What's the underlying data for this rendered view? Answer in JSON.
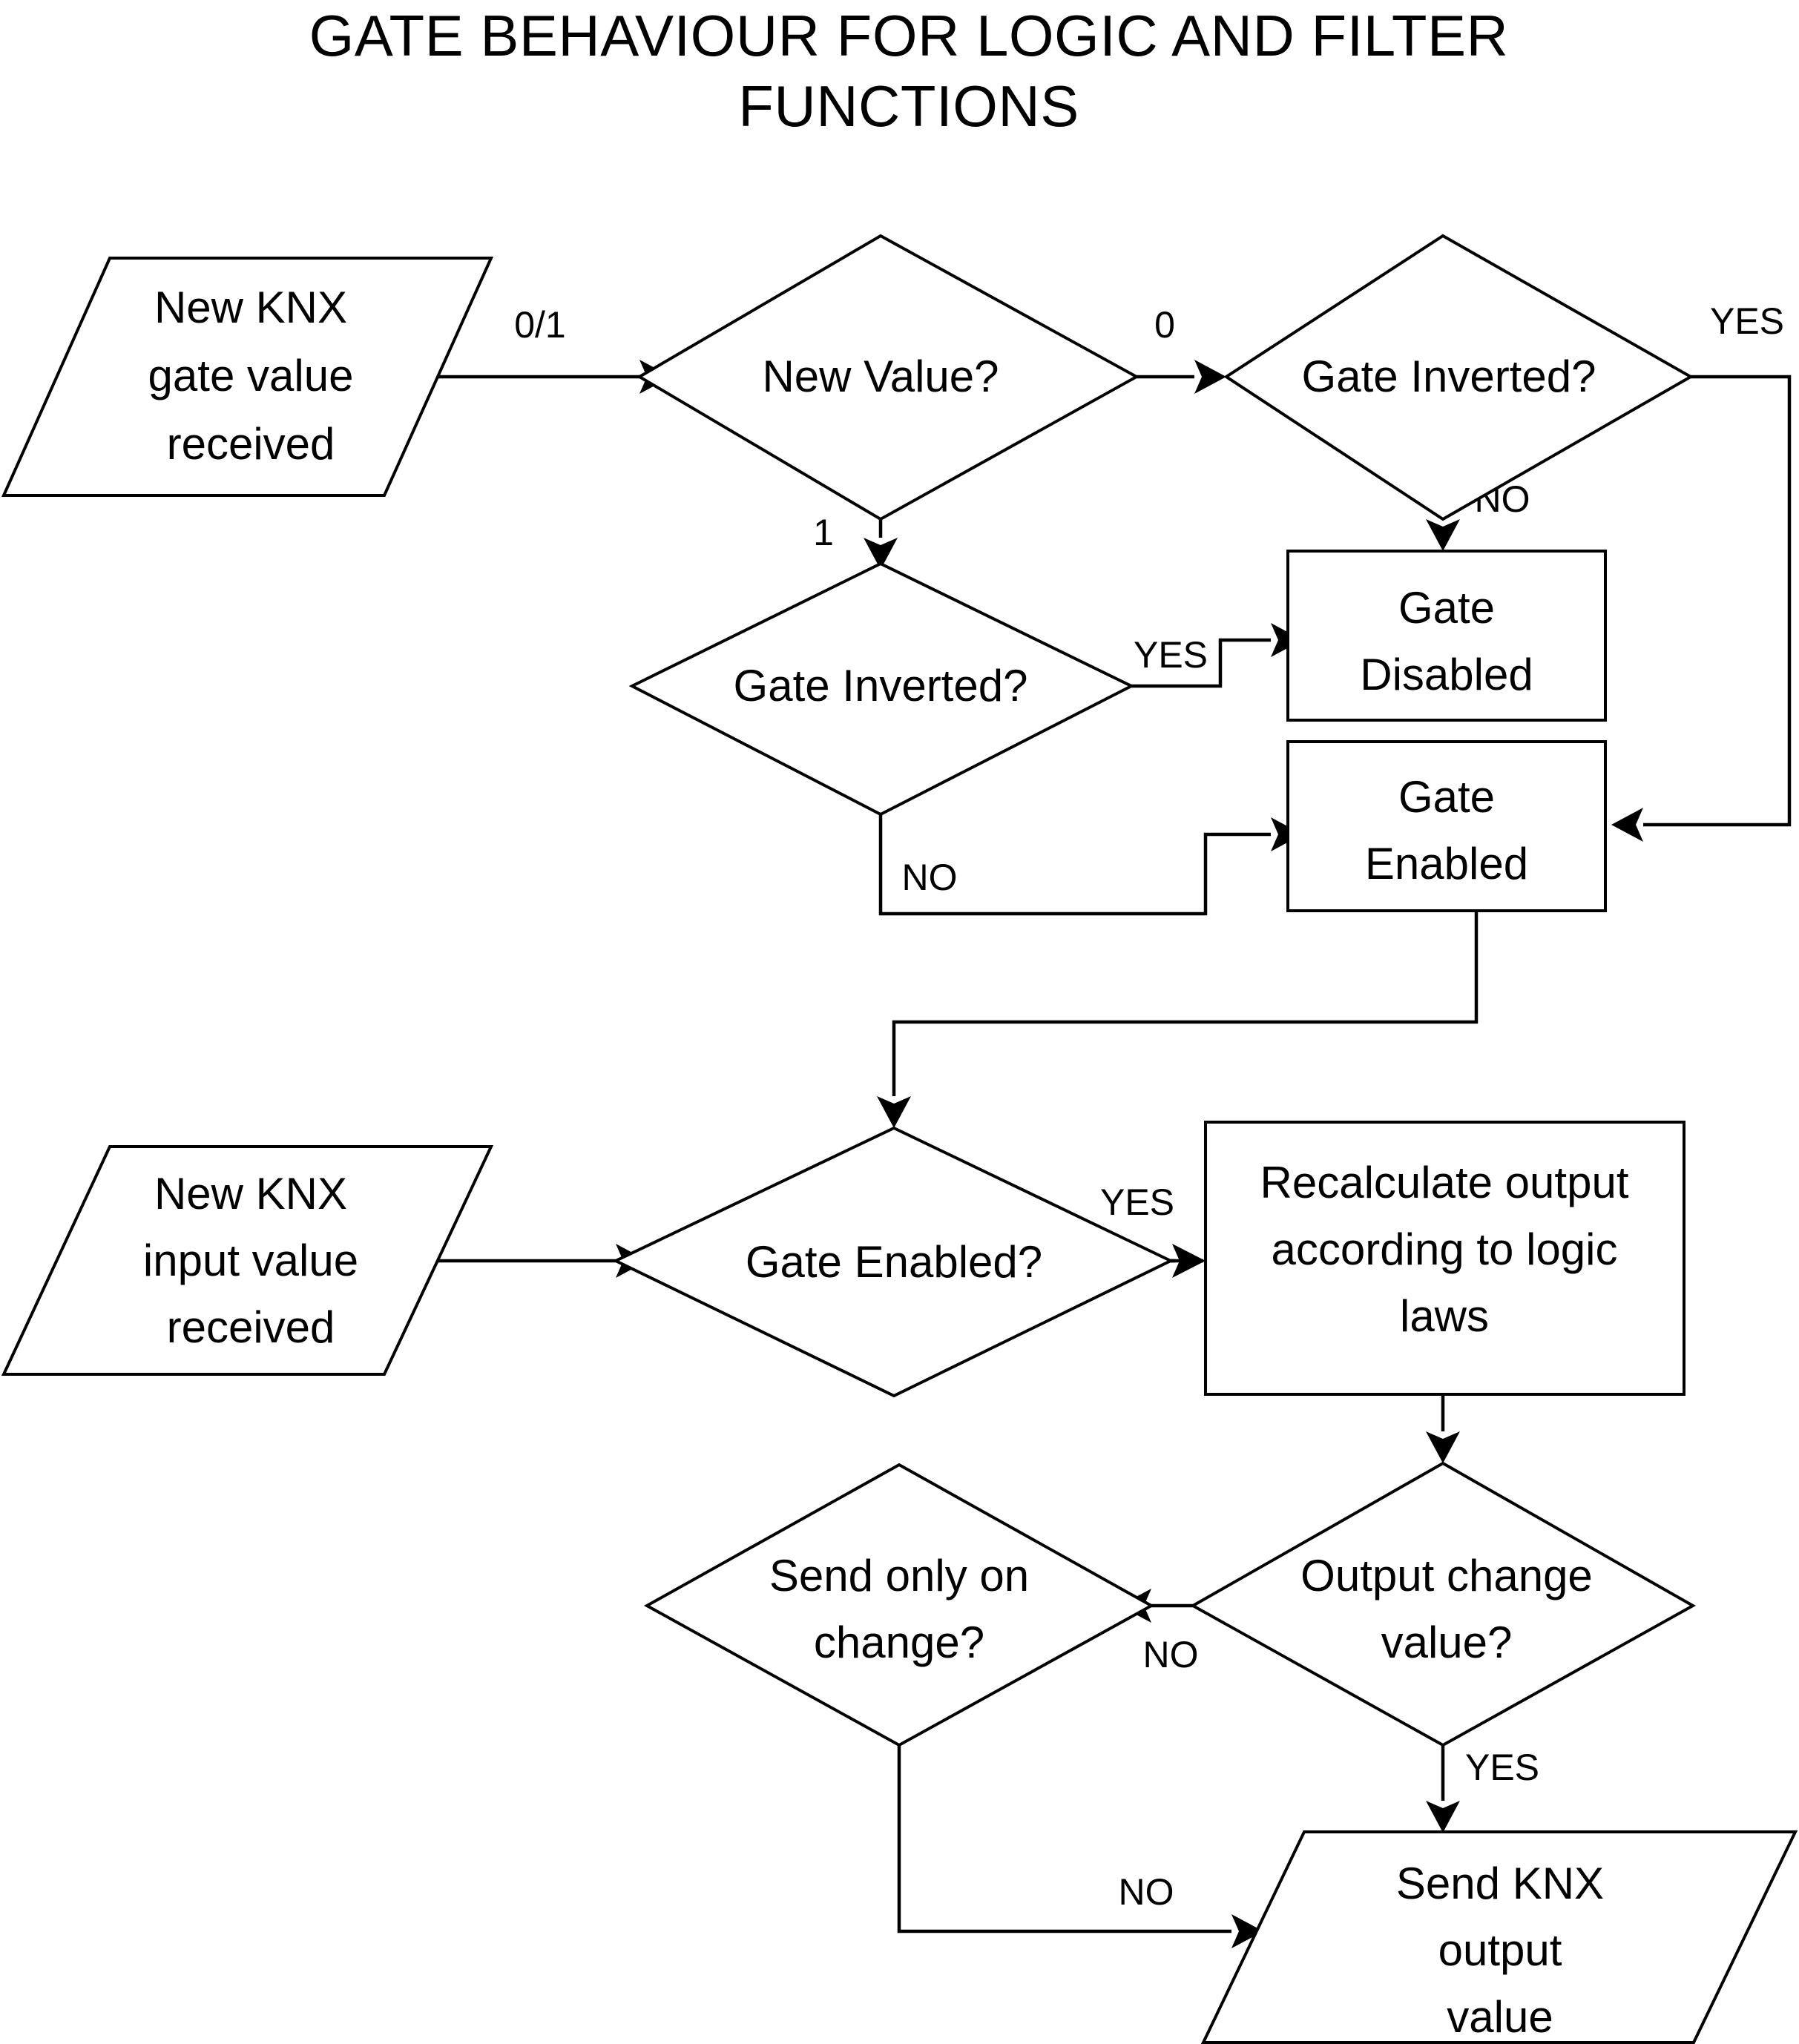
{
  "title": {
    "line1": "GATE BEHAVIOUR FOR LOGIC AND FILTER",
    "line2": "FUNCTIONS"
  },
  "colors": {
    "stroke": "#000000",
    "fill": "#ffffff",
    "background": "#ffffff"
  },
  "nodes": {
    "gate_value_received": {
      "line1": "New KNX",
      "line2": "gate value",
      "line3": "received",
      "shape": "parallelogram"
    },
    "new_value": {
      "line1": "New Value?",
      "shape": "diamond"
    },
    "gate_inverted_top": {
      "line1": "Gate Inverted?",
      "shape": "diamond"
    },
    "gate_inverted_bottom": {
      "line1": "Gate Inverted?",
      "shape": "diamond"
    },
    "gate_disabled": {
      "line1": "Gate",
      "line2": "Disabled",
      "shape": "rectangle"
    },
    "gate_enabled": {
      "line1": "Gate",
      "line2": "Enabled",
      "shape": "rectangle"
    },
    "input_value_received": {
      "line1": "New KNX",
      "line2": "input value",
      "line3": "received",
      "shape": "parallelogram"
    },
    "gate_enabled_q": {
      "line1": "Gate Enabled?",
      "shape": "diamond"
    },
    "recalculate": {
      "line1": "Recalculate output",
      "line2": "according to logic",
      "line3": "laws",
      "shape": "rectangle"
    },
    "output_change": {
      "line1": "Output change",
      "line2": "value?",
      "shape": "diamond"
    },
    "send_on_change": {
      "line1": "Send only on",
      "line2": "change?",
      "shape": "diamond"
    },
    "send_output": {
      "line1": "Send KNX",
      "line2": "output",
      "line3": "value",
      "shape": "parallelogram"
    }
  },
  "edge_labels": {
    "gate_value_to_new_value": "0/1",
    "new_value_zero": "0",
    "new_value_one": "1",
    "inverted_top_yes": "YES",
    "inverted_top_no": "NO",
    "inverted_bottom_yes": "YES",
    "inverted_bottom_no": "NO",
    "gate_enabled_yes": "YES",
    "output_change_no": "NO",
    "output_change_yes": "YES",
    "send_on_change_no": "NO"
  }
}
